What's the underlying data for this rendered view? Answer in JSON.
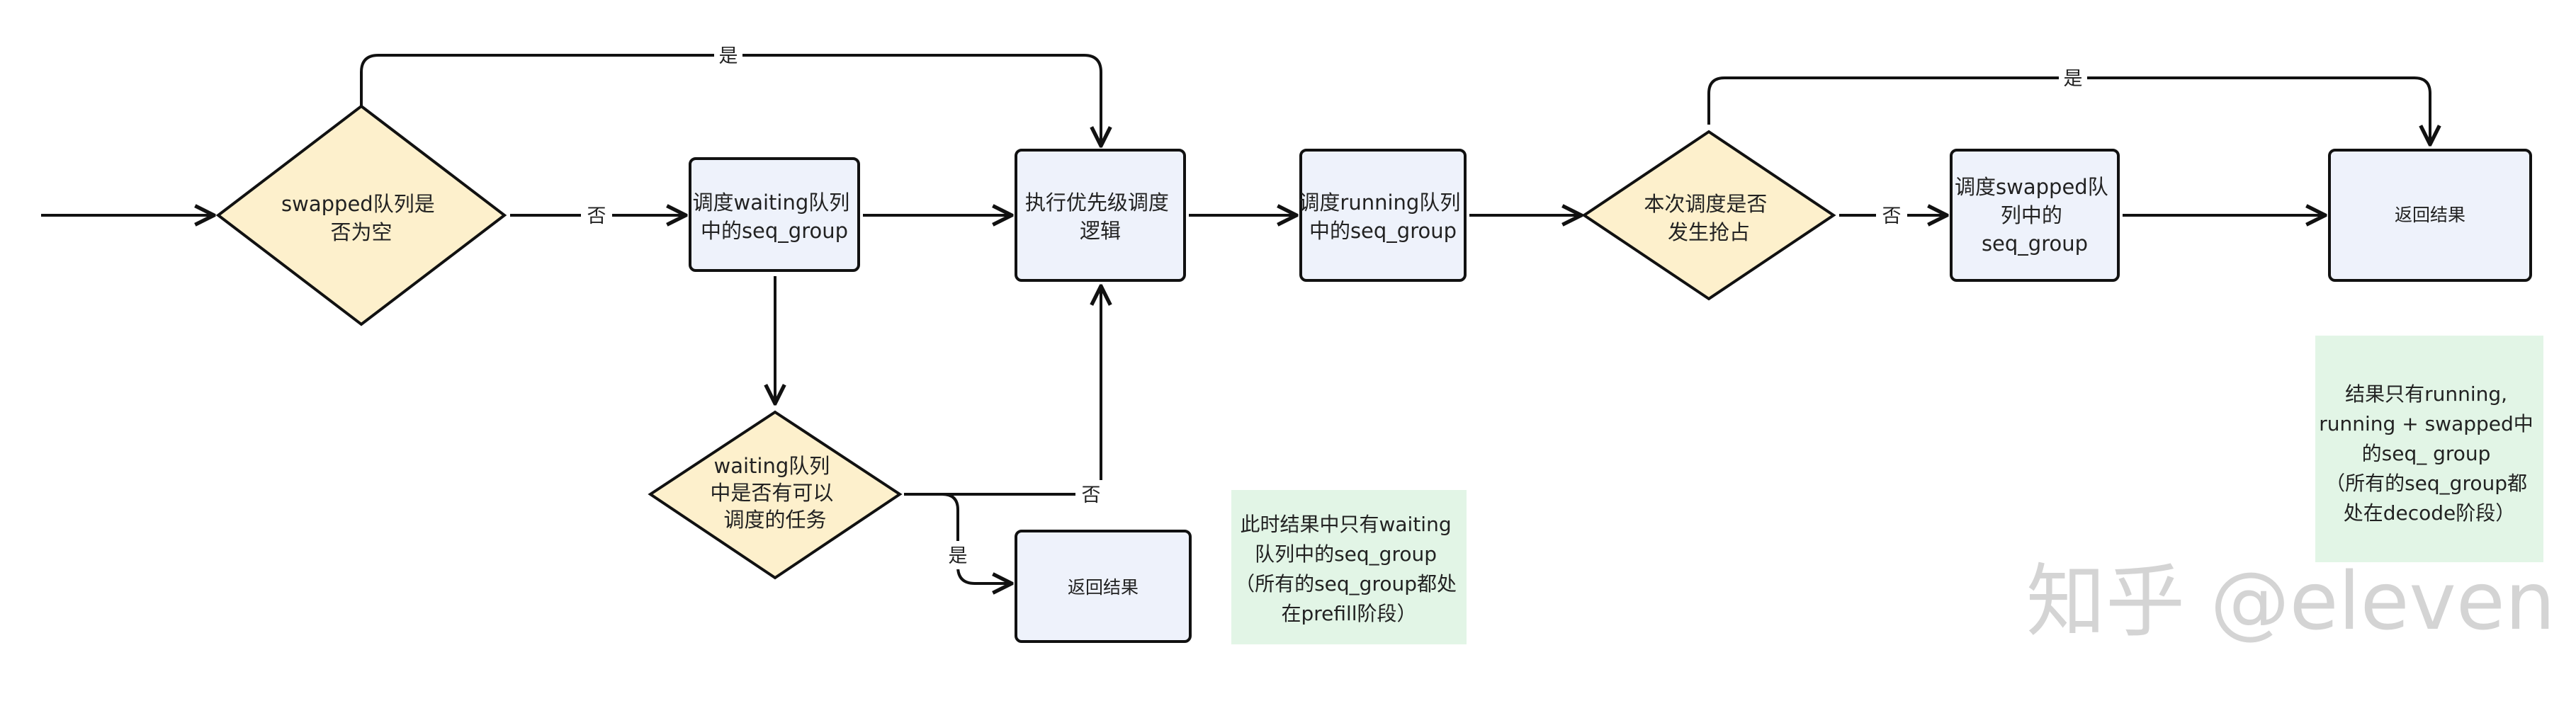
{
  "diagram": {
    "nodes": {
      "swapped_empty": [
        "swapped队列是",
        "否为空"
      ],
      "schedule_waiting": [
        "调度waiting队列",
        "中的seq_group"
      ],
      "execute_priority": [
        "执行优先级调度",
        "逻辑"
      ],
      "schedule_running": [
        "调度running队列",
        "中的seq_group"
      ],
      "preempt_check": [
        "本次调度是否",
        "发生抢占"
      ],
      "schedule_swapped": [
        "调度swapped队",
        "列中的",
        "seq_group"
      ],
      "return_result_1": [
        "返回结果"
      ],
      "waiting_check": [
        "waiting队列",
        "中是否有可以",
        "调度的任务"
      ],
      "return_result_2": [
        "返回结果"
      ]
    },
    "edge_labels": {
      "yes_top_left": "是",
      "no_1": "否",
      "yes_top_right": "是",
      "no_2": "否",
      "no_3": "否",
      "yes_bottom": "是"
    },
    "notes": {
      "note_waiting": [
        "此时结果中只有waiting",
        "队列中的seq_group",
        "（所有的seq_group都处",
        "在prefill阶段）"
      ],
      "note_running": [
        "结果只有running,",
        "running + swapped中",
        "的seq_ group",
        "（所有的seq_group都",
        "处在decode阶段）"
      ]
    },
    "colors": {
      "diamond_fill": "#fdf0cc",
      "process_fill": "#eef2fb",
      "note_fill": "#e2f5e6",
      "stroke": "#111111"
    }
  },
  "watermark": "知乎 @eleven"
}
